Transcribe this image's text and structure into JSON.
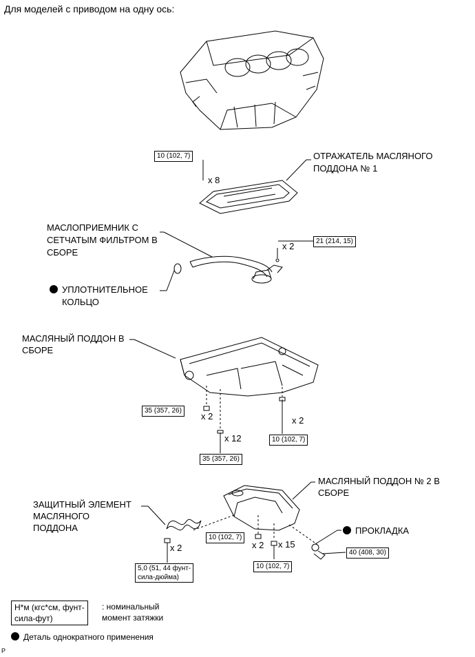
{
  "header": "Для моделей с приводом на одну ось:",
  "labels": {
    "deflector": [
      "ОТРАЖАТЕЛЬ МАСЛЯНОГО",
      "ПОДДОНА № 1"
    ],
    "strainer": [
      "МАСЛОПРИЕМНИК С",
      "СЕТЧАТЫМ ФИЛЬТРОМ В",
      "СБОРЕ"
    ],
    "oring": [
      "УПЛОТНИТЕЛЬНОЕ",
      "КОЛЬЦО"
    ],
    "oil_pan": [
      "МАСЛЯНЫЙ ПОДДОН В",
      "СБОРЕ"
    ],
    "oil_pan2": [
      "МАСЛЯНЫЙ ПОДДОН № 2 В",
      "СБОРЕ"
    ],
    "protector": [
      "ЗАЩИТНЫЙ ЭЛЕМЕНТ",
      "МАСЛЯНОГО",
      "ПОДДОНА"
    ],
    "gasket": "ПРОКЛАДКА"
  },
  "torques": {
    "t1": "10 (102, 7)",
    "t2": "21 (214, 15)",
    "t3": "35 (357, 26)",
    "t4": "35 (357, 26)",
    "t5": "10 (102, 7)",
    "t6": "10 (102, 7)",
    "t7": "10 (102, 7)",
    "t8": "40 (408, 30)",
    "t9": [
      "5,0 (51, 44 фунт-",
      "сила-дюйма)"
    ]
  },
  "qty": {
    "q1": "x 8",
    "q2": "x 2",
    "q3": "x 2",
    "q4": "x 12",
    "q5": "x 2",
    "q6": "x 2",
    "q7": "x 2",
    "q8": "x 15"
  },
  "legend": {
    "unit": [
      "Н*м (кгс*см, фунт-",
      "сила-фут)"
    ],
    "unit_desc": [
      ": номинальный",
      "момент затяжки"
    ],
    "one_time": "Деталь однократного применения"
  },
  "corner_mark": "P"
}
